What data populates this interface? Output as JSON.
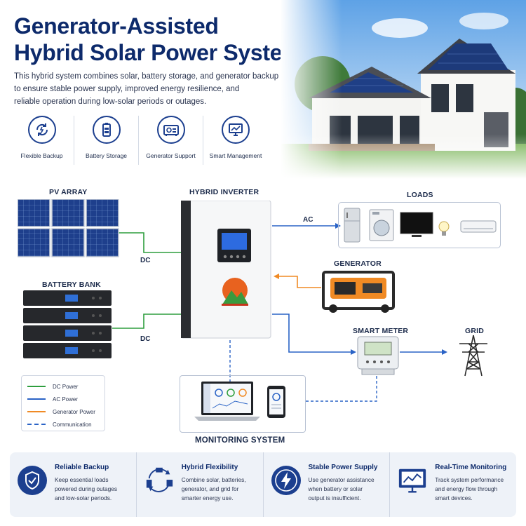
{
  "header": {
    "title_line1": "Generator-Assisted",
    "title_line2": "Hybrid Solar Power System",
    "intro_line1": "This hybrid system combines solar, battery storage, and generator backup",
    "intro_line2": "to ensure stable power supply, improved energy resilience, and",
    "intro_line3": "reliable operation during low-solar periods or outages."
  },
  "features": [
    {
      "label": "Flexible Backup",
      "icon": "cycle-arrows-icon"
    },
    {
      "label": "Battery Storage",
      "icon": "battery-icon"
    },
    {
      "label": "Generator Support",
      "icon": "generator-icon"
    },
    {
      "label": "Smart Management",
      "icon": "monitor-chart-icon"
    }
  ],
  "diagram": {
    "pv_array": "PV ARRAY",
    "hybrid_inverter": "HYBRID INVERTER",
    "loads": "LOADS",
    "battery_bank": "BATTERY BANK",
    "generator": "GENERATOR",
    "smart_meter": "SMART METER",
    "grid": "GRID",
    "monitoring_system": "MONITORING SYSTEM",
    "dc_label_1": "DC",
    "dc_label_2": "DC",
    "ac_label": "AC"
  },
  "legend": [
    {
      "label": "DC Power",
      "color": "#2e9e3e",
      "style": "solid"
    },
    {
      "label": "AC Power",
      "color": "#2a63c6",
      "style": "solid"
    },
    {
      "label": "Generator Power",
      "color": "#f08a24",
      "style": "solid"
    },
    {
      "label": "Communication",
      "color": "#2a63c6",
      "style": "dashed"
    }
  ],
  "benefits": [
    {
      "title": "Reliable Backup",
      "desc": [
        "Keep essential loads",
        "powered during outages",
        "and low-solar periods."
      ],
      "icon": "shield-check-icon"
    },
    {
      "title": "Hybrid Flexibility",
      "desc": [
        "Combine solar, batteries,",
        "generator, and grid for",
        "smarter energy use."
      ],
      "icon": "hybrid-cycle-icon"
    },
    {
      "title": "Stable Power Supply",
      "desc": [
        "Use generator assistance",
        "when battery or solar",
        "output is insufficient."
      ],
      "icon": "lightning-icon"
    },
    {
      "title": "Real-Time Monitoring",
      "desc": [
        "Track system performance",
        "and energy flow through",
        "smart devices."
      ],
      "icon": "monitor-chart-icon"
    }
  ],
  "colors": {
    "dc": "#2e9e3e",
    "ac": "#2a63c6",
    "generator": "#f08a24",
    "brand": "#0d2a6b"
  }
}
